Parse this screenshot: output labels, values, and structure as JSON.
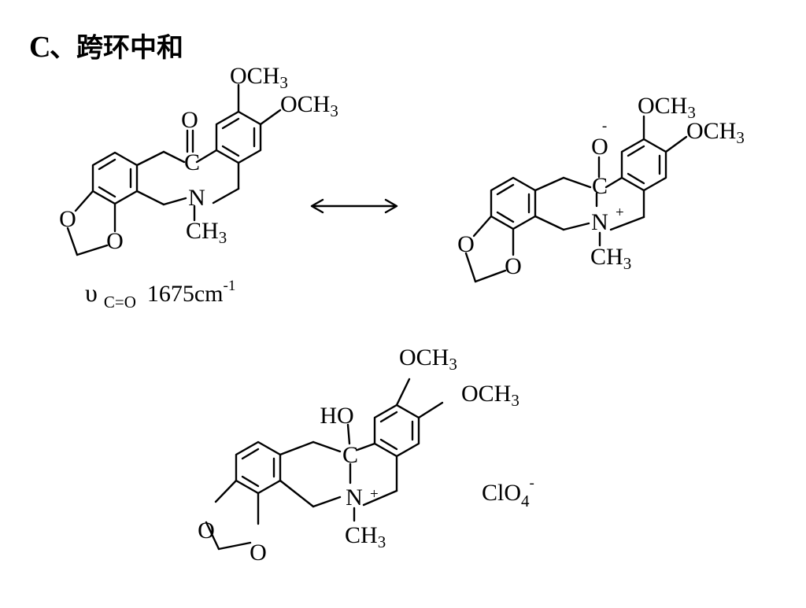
{
  "title": {
    "letter": "C",
    "rest": "、跨环中和"
  },
  "atoms": {
    "O": "O",
    "C": "C",
    "N": "N",
    "HO": "HO",
    "OCH": "OCH",
    "CH": "CH",
    "sub3": "3",
    "plus": "+",
    "minus": "-"
  },
  "ir": {
    "symbol": "υ",
    "subscript": "C=O",
    "value": "1675cm",
    "exponent": "-1"
  },
  "counterion": {
    "base": "ClO",
    "subscript": "4",
    "charge": "-"
  },
  "arrow": "resonance-double-arrow"
}
